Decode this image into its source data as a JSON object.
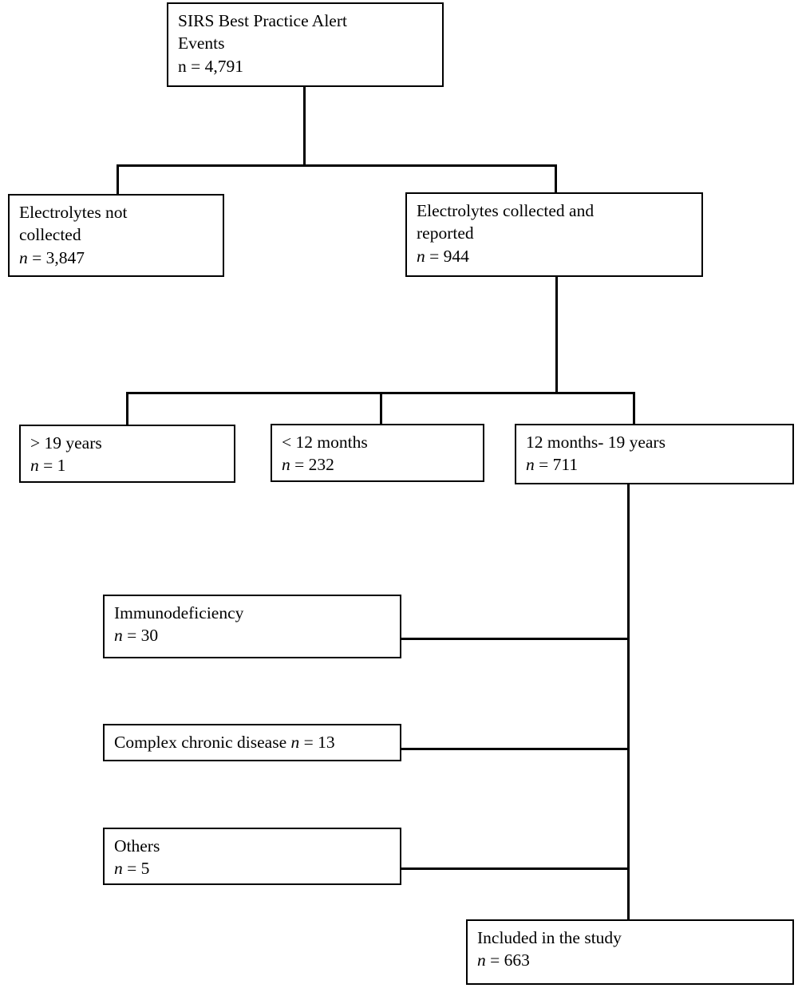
{
  "diagram": {
    "title": "SIRS Best Practice Alert Events patient flow diagram",
    "type": "flowchart",
    "stroke_color": "#000000",
    "background_color": "#ffffff"
  },
  "nodes": {
    "root": {
      "label_line1": "SIRS Best Practice Alert",
      "label_line2": "Events",
      "count_symbol": "n",
      "count_text": "n = 4,791",
      "count_value": 4791,
      "italic_n": false
    },
    "not_collected": {
      "label_line1": "Electrolytes not",
      "label_line2": "collected",
      "count_symbol": "n",
      "count_text": " = 3,847",
      "count_value": 3847,
      "italic_n": true
    },
    "collected": {
      "label_line1": "Electrolytes collected and",
      "label_line2": "reported",
      "count_symbol": "n",
      "count_text": " = 944",
      "count_value": 944,
      "italic_n": true
    },
    "over_19": {
      "label_line1": "> 19 years",
      "count_symbol": "n",
      "count_text": " = 1",
      "count_value": 1,
      "italic_n": true
    },
    "under_12_months": {
      "label_line1": "< 12 months",
      "count_symbol": "n",
      "count_text": " = 232",
      "count_value": 232,
      "italic_n": true
    },
    "in_range": {
      "label_line1": "12 months- 19 years",
      "count_symbol": "n",
      "count_text": " = 711",
      "count_value": 711,
      "italic_n": true
    },
    "immunodeficiency": {
      "label_line1": "Immunodeficiency",
      "count_symbol": "n",
      "count_text": " = 30",
      "count_value": 30,
      "italic_n": true
    },
    "complex_chronic": {
      "label_prefix": "Complex chronic disease ",
      "count_symbol": "n",
      "count_text": " = 13",
      "count_value": 13,
      "italic_n": true
    },
    "others": {
      "label_line1": "Others",
      "count_symbol": "n",
      "count_text": " = 5",
      "count_value": 5,
      "italic_n": true
    },
    "included": {
      "label_line1": " Included in the study",
      "count_symbol": "n",
      "count_text": " = 663",
      "count_value": 663,
      "italic_n": true
    }
  },
  "chart_data": {
    "type": "flowchart",
    "title": "SIRS Best Practice Alert Events patient flow",
    "stages": [
      {
        "id": "root",
        "label": "SIRS Best Practice Alert Events",
        "n": 4791,
        "level": 0
      },
      {
        "id": "not_collected",
        "label": "Electrolytes not collected",
        "n": 3847,
        "level": 1
      },
      {
        "id": "collected",
        "label": "Electrolytes collected and reported",
        "n": 944,
        "level": 1
      },
      {
        "id": "over_19",
        "label": "> 19 years",
        "n": 1,
        "level": 2
      },
      {
        "id": "under_12_months",
        "label": "< 12 months",
        "n": 232,
        "level": 2
      },
      {
        "id": "in_range",
        "label": "12 months- 19 years",
        "n": 711,
        "level": 2
      },
      {
        "id": "immunodeficiency",
        "label": "Immunodeficiency",
        "n": 30,
        "level": 3
      },
      {
        "id": "complex_chronic",
        "label": "Complex chronic disease",
        "n": 13,
        "level": 3
      },
      {
        "id": "others",
        "label": "Others",
        "n": 5,
        "level": 3
      },
      {
        "id": "included",
        "label": "Included in the study",
        "n": 663,
        "level": 4
      }
    ],
    "edges": [
      {
        "from": "root",
        "to": "not_collected"
      },
      {
        "from": "root",
        "to": "collected"
      },
      {
        "from": "collected",
        "to": "over_19"
      },
      {
        "from": "collected",
        "to": "under_12_months"
      },
      {
        "from": "collected",
        "to": "in_range"
      },
      {
        "from": "in_range",
        "to": "immunodeficiency"
      },
      {
        "from": "in_range",
        "to": "complex_chronic"
      },
      {
        "from": "in_range",
        "to": "others"
      },
      {
        "from": "in_range",
        "to": "included"
      }
    ]
  }
}
